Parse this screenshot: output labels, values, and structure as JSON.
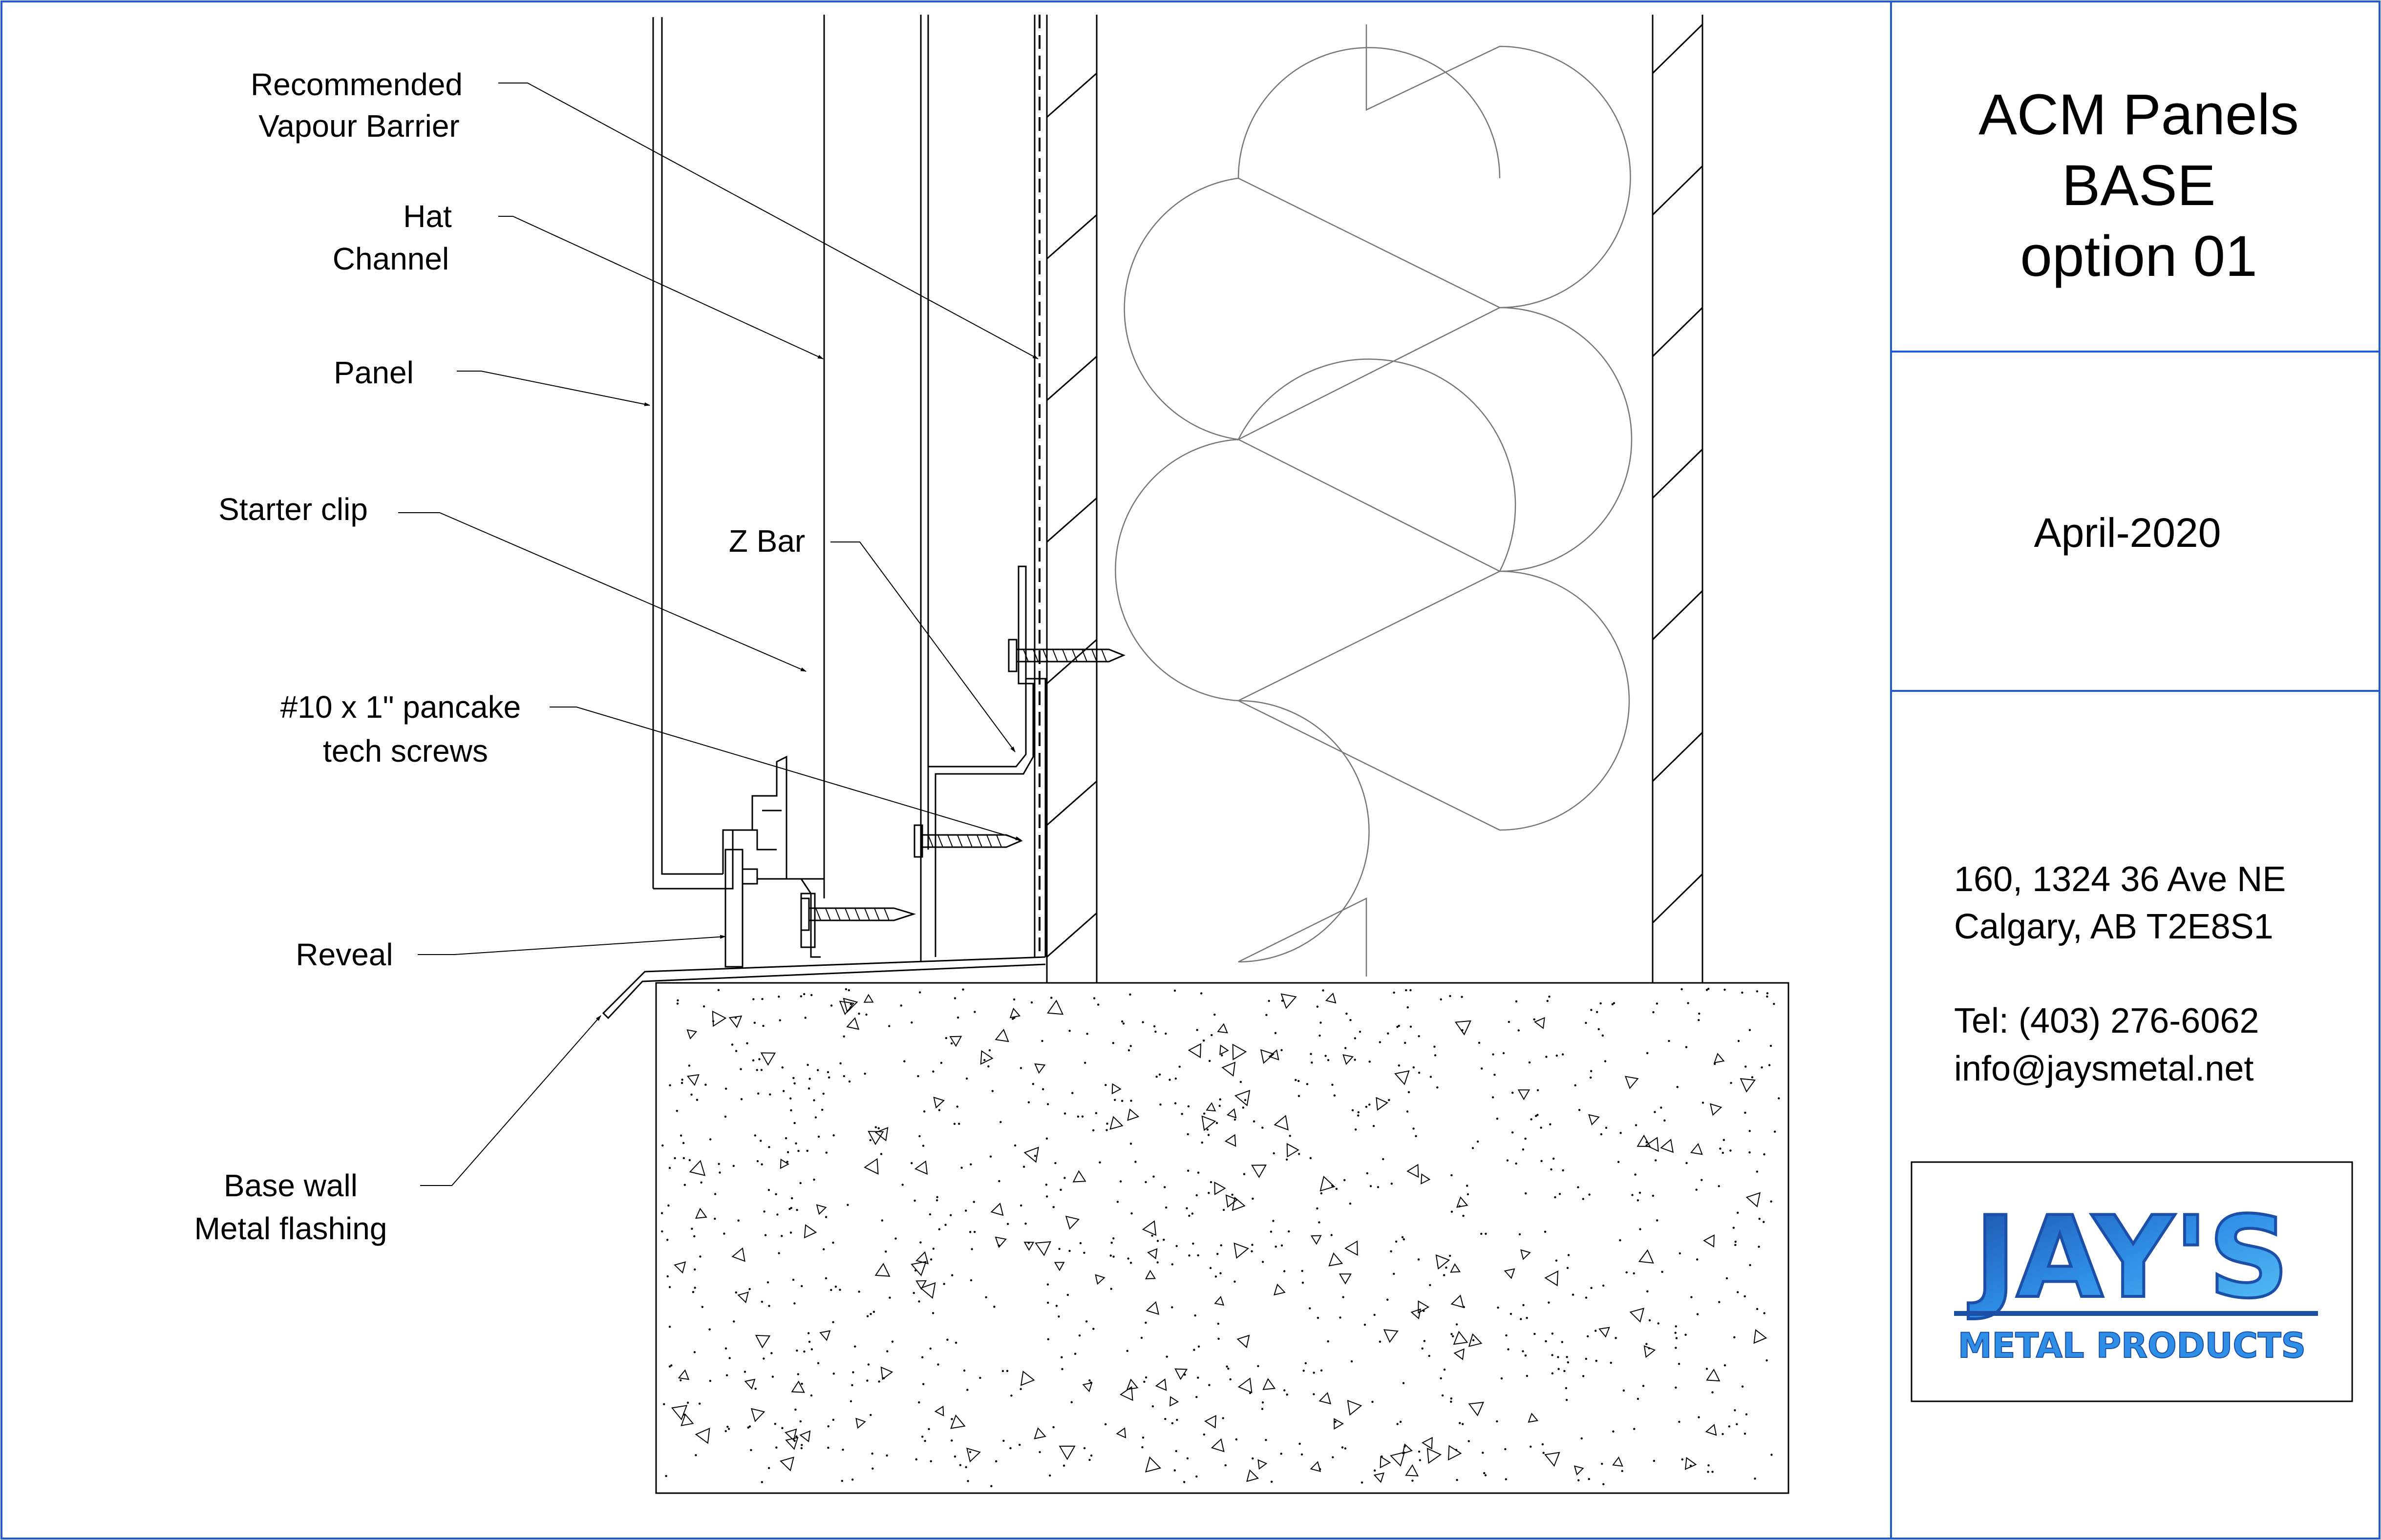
{
  "callouts": {
    "vapour_barrier": [
      "Recommended",
      "Vapour Barrier"
    ],
    "hat_channel": [
      "Hat",
      "Channel"
    ],
    "panel": "Panel",
    "starter_clip": "Starter clip",
    "z_bar": "Z Bar",
    "screws": [
      "#10 x 1\" pancake",
      "tech screws"
    ],
    "reveal": "Reveal",
    "flashing": [
      "Base wall",
      "Metal flashing"
    ]
  },
  "title_block": {
    "title": [
      "ACM Panels",
      "BASE",
      "option 01"
    ],
    "date": "April-2020",
    "address": [
      "160, 1324 36 Ave NE",
      "Calgary, AB T2E8S1"
    ],
    "tel": "Tel: (403) 276-6062",
    "email": "info@jaysmetal.net",
    "logo_text": "JAY'S",
    "logo_subtext": "METAL PRODUCTS"
  },
  "colors": {
    "border": "#1f5bd6",
    "logo_blue": "#2f8ee6",
    "logo_dark": "#1b4fa8"
  }
}
